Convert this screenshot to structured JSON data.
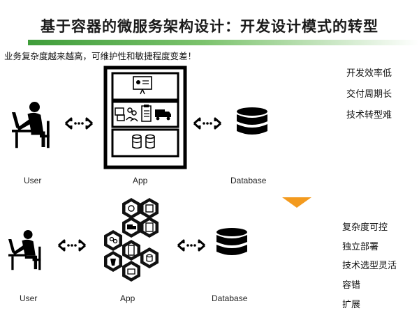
{
  "title": "基于容器的微服务架构设计：开发设计模式的转型",
  "subtitle": "业务复杂度越来越高，可维护性和敏捷程度变差！",
  "top": {
    "labels": {
      "user": "User",
      "app": "App",
      "database": "Database"
    },
    "problems": [
      "开发效率低",
      "交付周期长",
      "技术转型难"
    ]
  },
  "bottom": {
    "labels": {
      "user": "User",
      "app": "App",
      "database": "Database"
    },
    "benefits": [
      "复杂度可控",
      "独立部署",
      "技术选型灵活",
      "容错",
      "扩展"
    ]
  },
  "colors": {
    "accent_green": "#3f9d3a",
    "arrow_orange": "#f39a1e"
  }
}
